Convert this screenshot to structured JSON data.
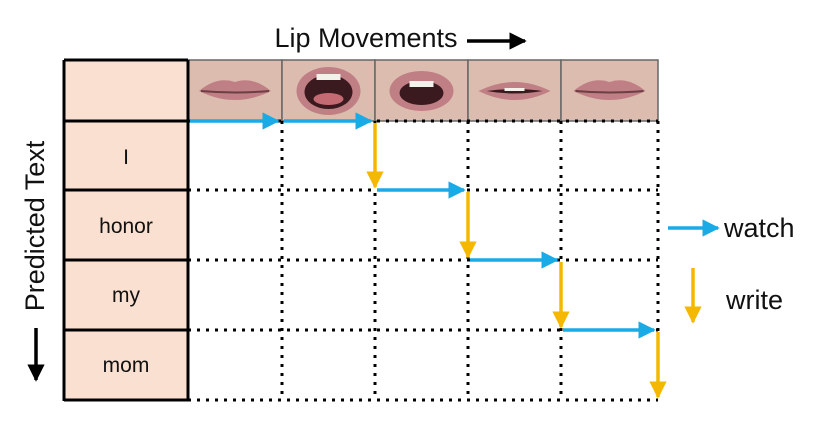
{
  "header": {
    "title": "Lip Movements"
  },
  "axis": {
    "vertical_label": "Predicted Text"
  },
  "frames": [
    {
      "mouth": "closed"
    },
    {
      "mouth": "wide-open"
    },
    {
      "mouth": "open"
    },
    {
      "mouth": "slightly-open"
    },
    {
      "mouth": "closed"
    }
  ],
  "rows": [
    {
      "label": "I"
    },
    {
      "label": "honor"
    },
    {
      "label": "my"
    },
    {
      "label": "mom"
    }
  ],
  "legend": {
    "watch_label": "watch",
    "write_label": "write"
  },
  "path": [
    {
      "action": "watch"
    },
    {
      "action": "watch"
    },
    {
      "action": "write"
    },
    {
      "action": "watch"
    },
    {
      "action": "write"
    },
    {
      "action": "watch"
    },
    {
      "action": "write"
    },
    {
      "action": "watch"
    },
    {
      "action": "write"
    }
  ],
  "colors": {
    "watch": "#1aaae6",
    "write": "#f5b800",
    "label_fill": "#f9e0d0",
    "lip": "#c07f85",
    "skin": "#dcbcae",
    "border": "#000000"
  }
}
